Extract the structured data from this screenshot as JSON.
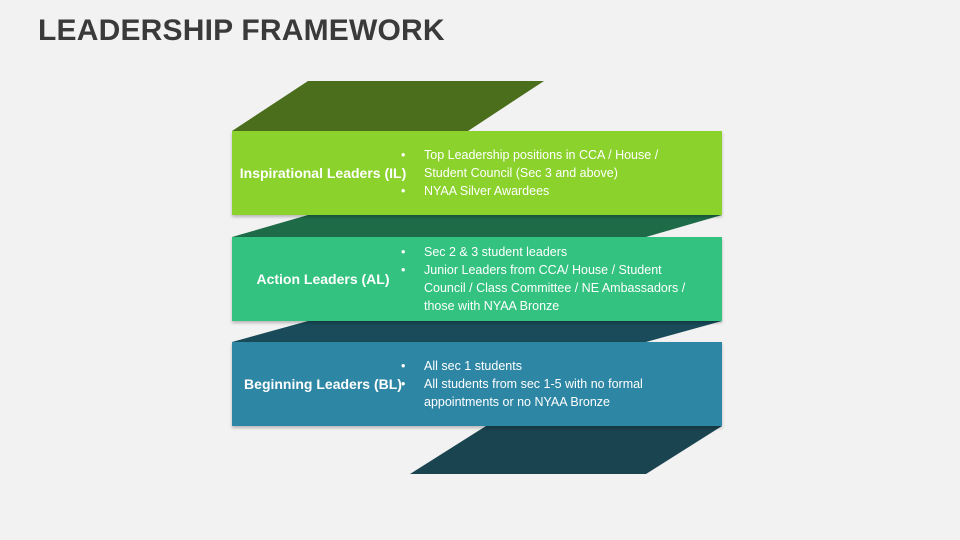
{
  "title": "LEADERSHIP FRAMEWORK",
  "colors": {
    "background": "#f2f2f2",
    "band_il": "#8bd22c",
    "band_al": "#33c27f",
    "band_bl": "#2e86a5",
    "connector_top": "#4b6e1c",
    "connector_il_al": "#1e6b48",
    "connector_al_bl": "#1a4b5a",
    "connector_bottom": "#1a4450"
  },
  "levels": [
    {
      "label": "Inspirational Leaders (IL)",
      "points": [
        "Top Leadership positions in CCA / House / Student Council (Sec 3 and above)",
        "NYAA Silver Awardees"
      ]
    },
    {
      "label": "Action Leaders (AL)",
      "points": [
        "Sec 2 & 3 student leaders",
        "Junior Leaders from CCA/ House / Student Council / Class Committee / NE Ambassadors / those with NYAA Bronze"
      ]
    },
    {
      "label": "Beginning Leaders (BL)",
      "points": [
        "All sec 1 students",
        "All students from sec 1-5 with no formal appointments or no NYAA Bronze"
      ]
    }
  ]
}
